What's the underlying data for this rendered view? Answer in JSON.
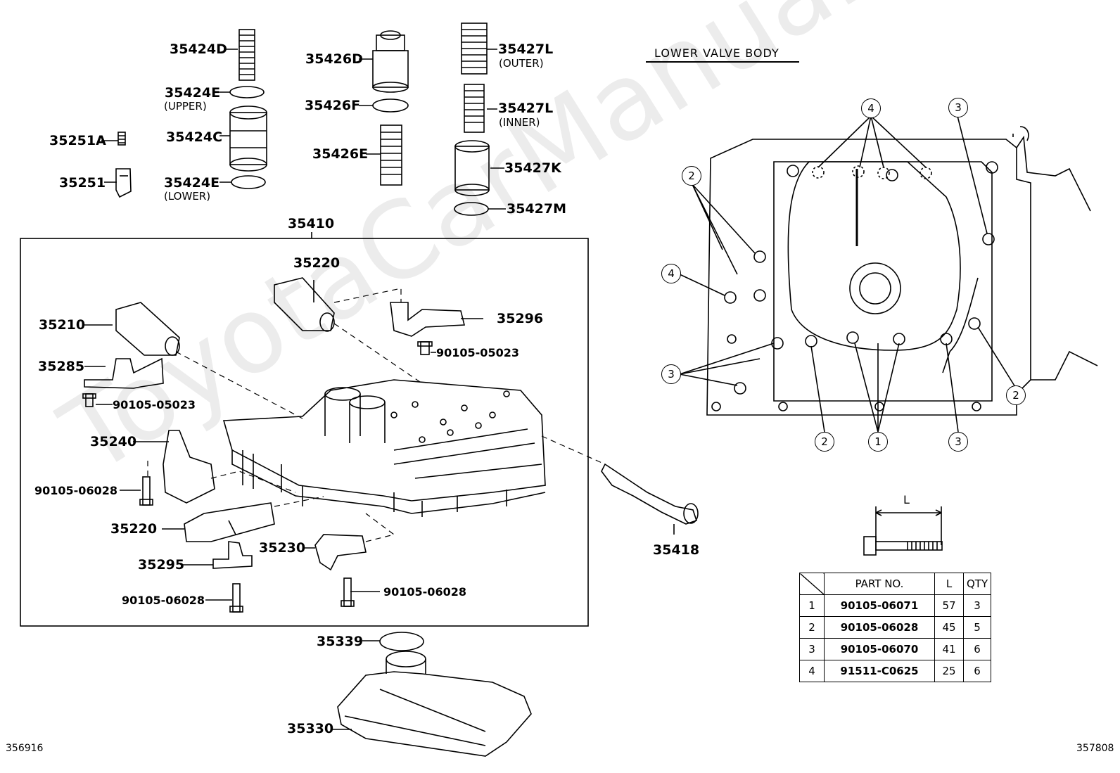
{
  "watermark": "ToyotaCarManuals",
  "section_title": "LOWER VALVE BODY",
  "corner_left": "356916",
  "corner_right": "357808",
  "parts": {
    "p35424D": "35424D",
    "p35424E_upper": "35424E",
    "p35424E_upper_note": "(UPPER)",
    "p35424C": "35424C",
    "p35424E_lower": "35424E",
    "p35424E_lower_note": "(LOWER)",
    "p35251A": "35251A",
    "p35251": "35251",
    "p35426D": "35426D",
    "p35426F": "35426F",
    "p35426E": "35426E",
    "p35427L_outer": "35427L",
    "p35427L_outer_note": "(OUTER)",
    "p35427L_inner": "35427L",
    "p35427L_inner_note": "(INNER)",
    "p35427K": "35427K",
    "p35427M": "35427M",
    "p35410": "35410",
    "p35220_top": "35220",
    "p35210": "35210",
    "p35296": "35296",
    "p90105_05023_right": "90105-05023",
    "p35285": "35285",
    "p90105_05023_left": "90105-05023",
    "p35240": "35240",
    "p90105_06028_a": "90105-06028",
    "p35220_bottom": "35220",
    "p35230": "35230",
    "p35295": "35295",
    "p90105_06028_b": "90105-06028",
    "p90105_06028_c": "90105-06028",
    "p35418": "35418",
    "p35339": "35339",
    "p35330": "35330"
  },
  "callouts": {
    "c4_top": "4",
    "c3_topright": "3",
    "c2_left": "2",
    "c4_left": "4",
    "c3_left": "3",
    "c2_right": "2",
    "c2_bottom": "2",
    "c1_bottom": "1",
    "c3_bottom": "3"
  },
  "bolt_dimension_label": "L",
  "bolt_table": {
    "headers": [
      "",
      "PART NO.",
      "L",
      "QTY"
    ],
    "rows": [
      {
        "no": "1",
        "part": "90105-06071",
        "l": "57",
        "qty": "3"
      },
      {
        "no": "2",
        "part": "90105-06028",
        "l": "45",
        "qty": "5"
      },
      {
        "no": "3",
        "part": "90105-06070",
        "l": "41",
        "qty": "6"
      },
      {
        "no": "4",
        "part": "91511-C0625",
        "l": "25",
        "qty": "6"
      }
    ]
  }
}
